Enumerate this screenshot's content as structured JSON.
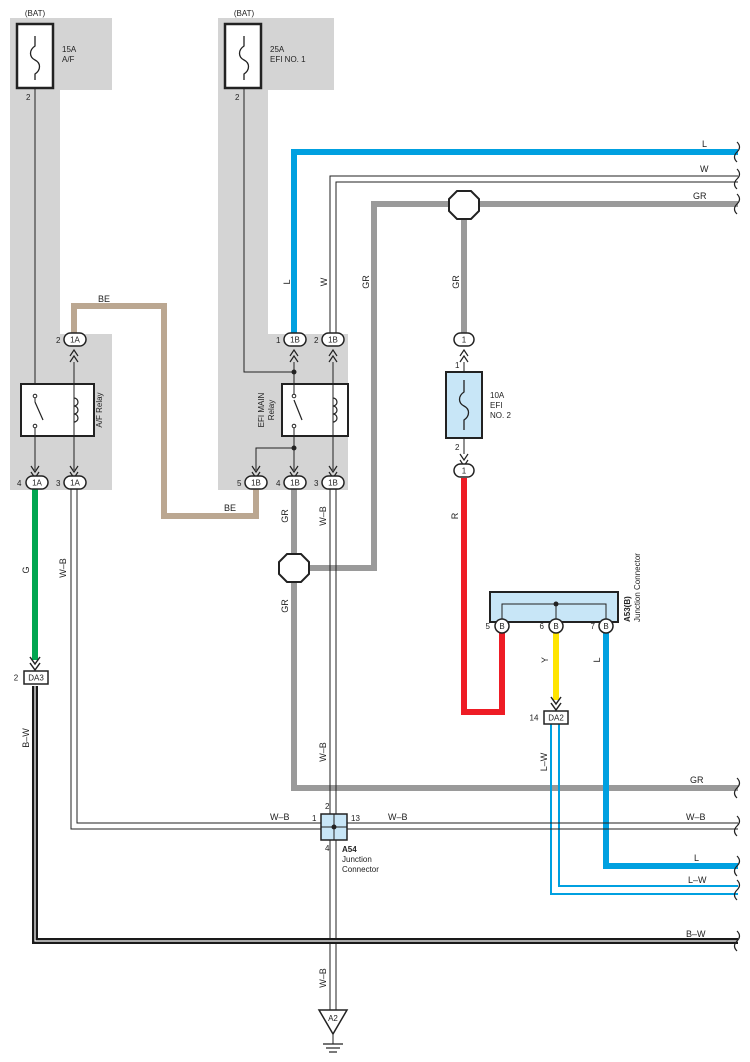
{
  "power": {
    "bat_left": "(BAT)",
    "bat_right": "(BAT)",
    "fuse_af_amp": "15A",
    "fuse_af_name": "A/F",
    "fuse_efi1_amp": "25A",
    "fuse_efi1_name": "EFI NO. 1",
    "fuse_efi2_amp": "10A",
    "fuse_efi2_name1": "EFI",
    "fuse_efi2_name2": "NO. 2"
  },
  "relays": {
    "af_relay": "A/F Relay",
    "efi_main_1": "EFI MAIN",
    "efi_main_2": "Relay"
  },
  "connectors": {
    "c_1a": "1A",
    "c_1b": "1B",
    "c_1": "1",
    "c_b": "B",
    "da3": "DA3",
    "da2": "DA2",
    "a54": "A54",
    "a54_name1": "Junction",
    "a54_name2": "Connector",
    "a53": "A53(B)",
    "a53_name": "Junction Connector",
    "a2": "A2"
  },
  "pins": {
    "p1": "1",
    "p2": "2",
    "p3": "3",
    "p4": "4",
    "p5": "5",
    "p6": "6",
    "p7": "7",
    "p13": "13",
    "p14": "14"
  },
  "wire_colors": {
    "L": "L",
    "W": "W",
    "GR": "GR",
    "BE": "BE",
    "G": "G",
    "WB": "W–B",
    "BW": "B–W",
    "R": "R",
    "Y": "Y",
    "LW": "L–W"
  },
  "palette": {
    "blue": "#00a0e0",
    "gray": "#9a9a9a",
    "tan": "#bba791",
    "green": "#00a650",
    "red": "#ee1c25",
    "yellow": "#ffe500",
    "black": "#1a1a1a",
    "shade": "#d4d4d4",
    "connector": "#c8e6f7"
  }
}
